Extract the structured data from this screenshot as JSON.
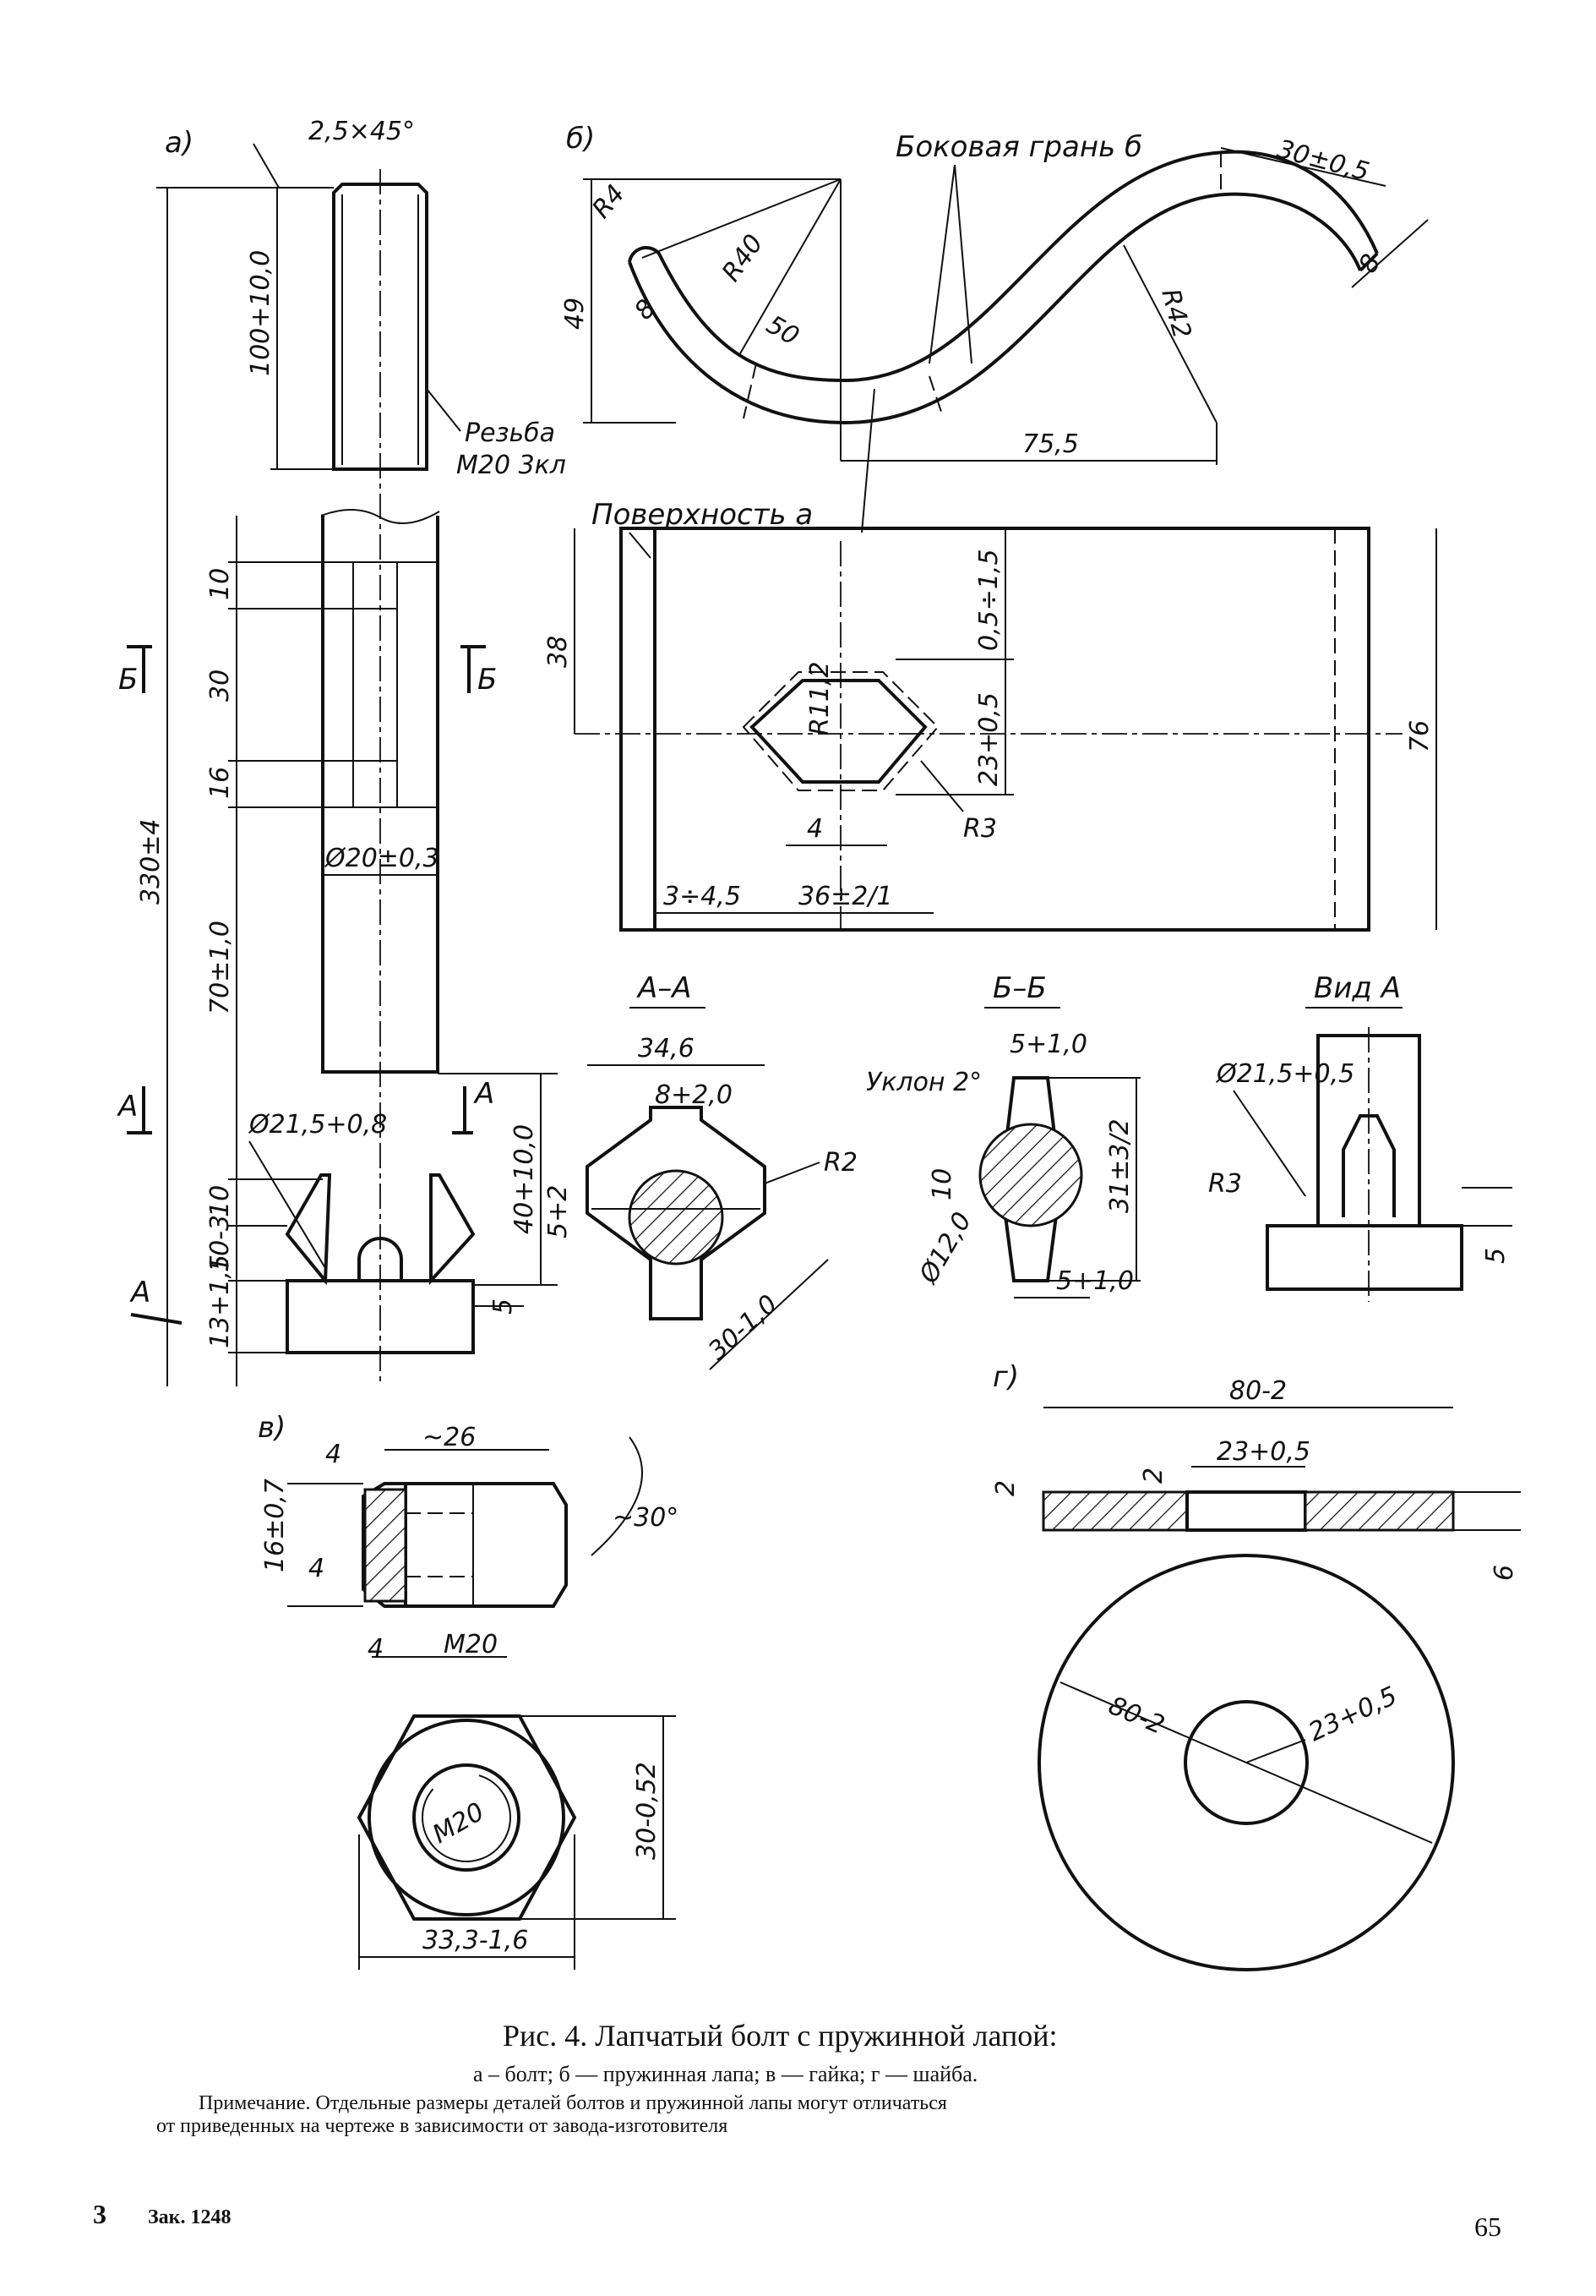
{
  "views": {
    "a": "а)",
    "b": "б)",
    "v": "в)",
    "g": "г)"
  },
  "bolt": {
    "chamfer": "2,5×45°",
    "thread_len": "100+10,0",
    "thread_note_1": "Резьба",
    "thread_note_2": "М20 3кл",
    "total_len": "330±4",
    "d10a": "10",
    "d30": "30",
    "d16": "16",
    "d70": "70±1,0",
    "diameter": "Ø20±0,3",
    "d215": "Ø21,5+0,8",
    "d10b": "10",
    "d10c": "10-3",
    "d13": "13+1,5",
    "d40": "40+10,0",
    "d5": "5",
    "sec_b": "Б",
    "sec_a": "А"
  },
  "spring_paw": {
    "side_face": "Боковая грань б",
    "r4": "R4",
    "r40": "R40",
    "d8a": "8",
    "d50": "50",
    "d49": "49",
    "d30": "30±0,5",
    "d8b": "8",
    "r42": "R42",
    "d755": "75,5",
    "surface_a": "Поверхность а",
    "d38": "38",
    "d05": "0,5÷1,5",
    "r112": "R11,2",
    "d23": "23+0,5",
    "d4": "4",
    "r3": "R3",
    "d76": "76",
    "d3": "3÷4,5",
    "d36": "36±2/1"
  },
  "section_aa": {
    "title": "А–А",
    "w": "34,6",
    "slot": "8+2,0",
    "r2": "R2",
    "h": "5+2",
    "diag": "30-1,0"
  },
  "section_bb": {
    "title": "Б–Б",
    "slope": "Уклон 2°",
    "top": "5+1,0",
    "d10": "10",
    "dia": "Ø12,0",
    "h31": "31±3/2",
    "bot": "5+1,0"
  },
  "view_a": {
    "title": "Вид А",
    "dia": "Ø21,5+0,5",
    "r3": "R3",
    "d5": "5"
  },
  "nut": {
    "s4a": "4",
    "s4b": "4",
    "s4c": "4",
    "w26": "~26",
    "angle": "~30°",
    "h16": "16±0,7",
    "thread": "М20",
    "thread_top": "М20",
    "h30": "30-0,52",
    "w33": "33,3-1,6"
  },
  "washer": {
    "od": "80-2",
    "id": "23+0,5",
    "s2a": "2",
    "s2b": "2",
    "t6": "6",
    "od2": "80-2",
    "id2": "23+0,5"
  },
  "caption": {
    "title": "Рис. 4. Лапчатый болт с пружинной лапой:",
    "legend": "а – болт; б — пружинная лапа; в — гайка; г — шайба.",
    "note_1": "Примечание. Отдельные размеры деталей болтов и пружинной лапы могут отличаться",
    "note_2": "от приведенных на чертеже в зависимости от завода-изготовителя"
  },
  "footer": {
    "left": "3",
    "order": "Зак. 1248",
    "page": "65"
  }
}
